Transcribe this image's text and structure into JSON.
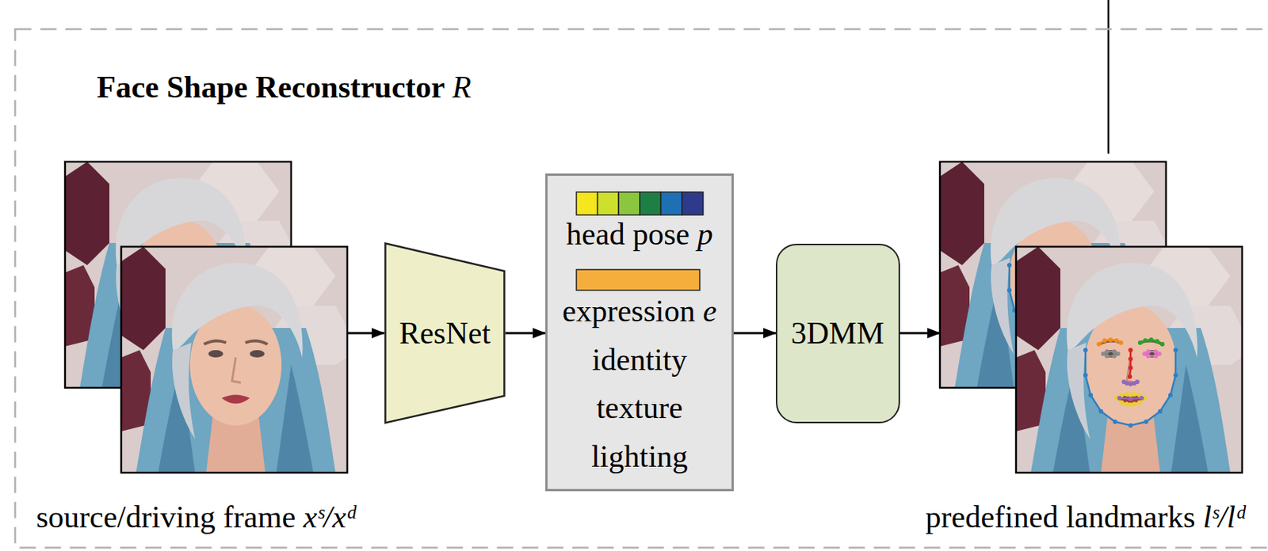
{
  "diagram": {
    "nodes": [
      {
        "text": [
          "Face Shape Reconstructor R"
        ]
      },
      {
        "text": [
          "source/driving frame xˢ/xᵈ"
        ],
        "in": 0
      },
      {
        "text": [
          "ResNet"
        ],
        "in": 0
      },
      {
        "text": [
          "head pose p",
          "expression e",
          "identity",
          "texture",
          "lighting"
        ],
        "in": 0
      },
      {
        "text": [
          "3DMM"
        ],
        "in": 0
      },
      {
        "text": [
          "predefined landmarks lˢ/lᵈ"
        ],
        "in": 0
      }
    ],
    "edges": [
      {
        "from": 1,
        "to": 2,
        "arrow": "to"
      },
      {
        "from": 2,
        "to": 3,
        "arrow": "to"
      },
      {
        "from": 3,
        "to": 4,
        "arrow": "to"
      },
      {
        "from": 4,
        "to": 5,
        "arrow": "to"
      }
    ]
  }
}
